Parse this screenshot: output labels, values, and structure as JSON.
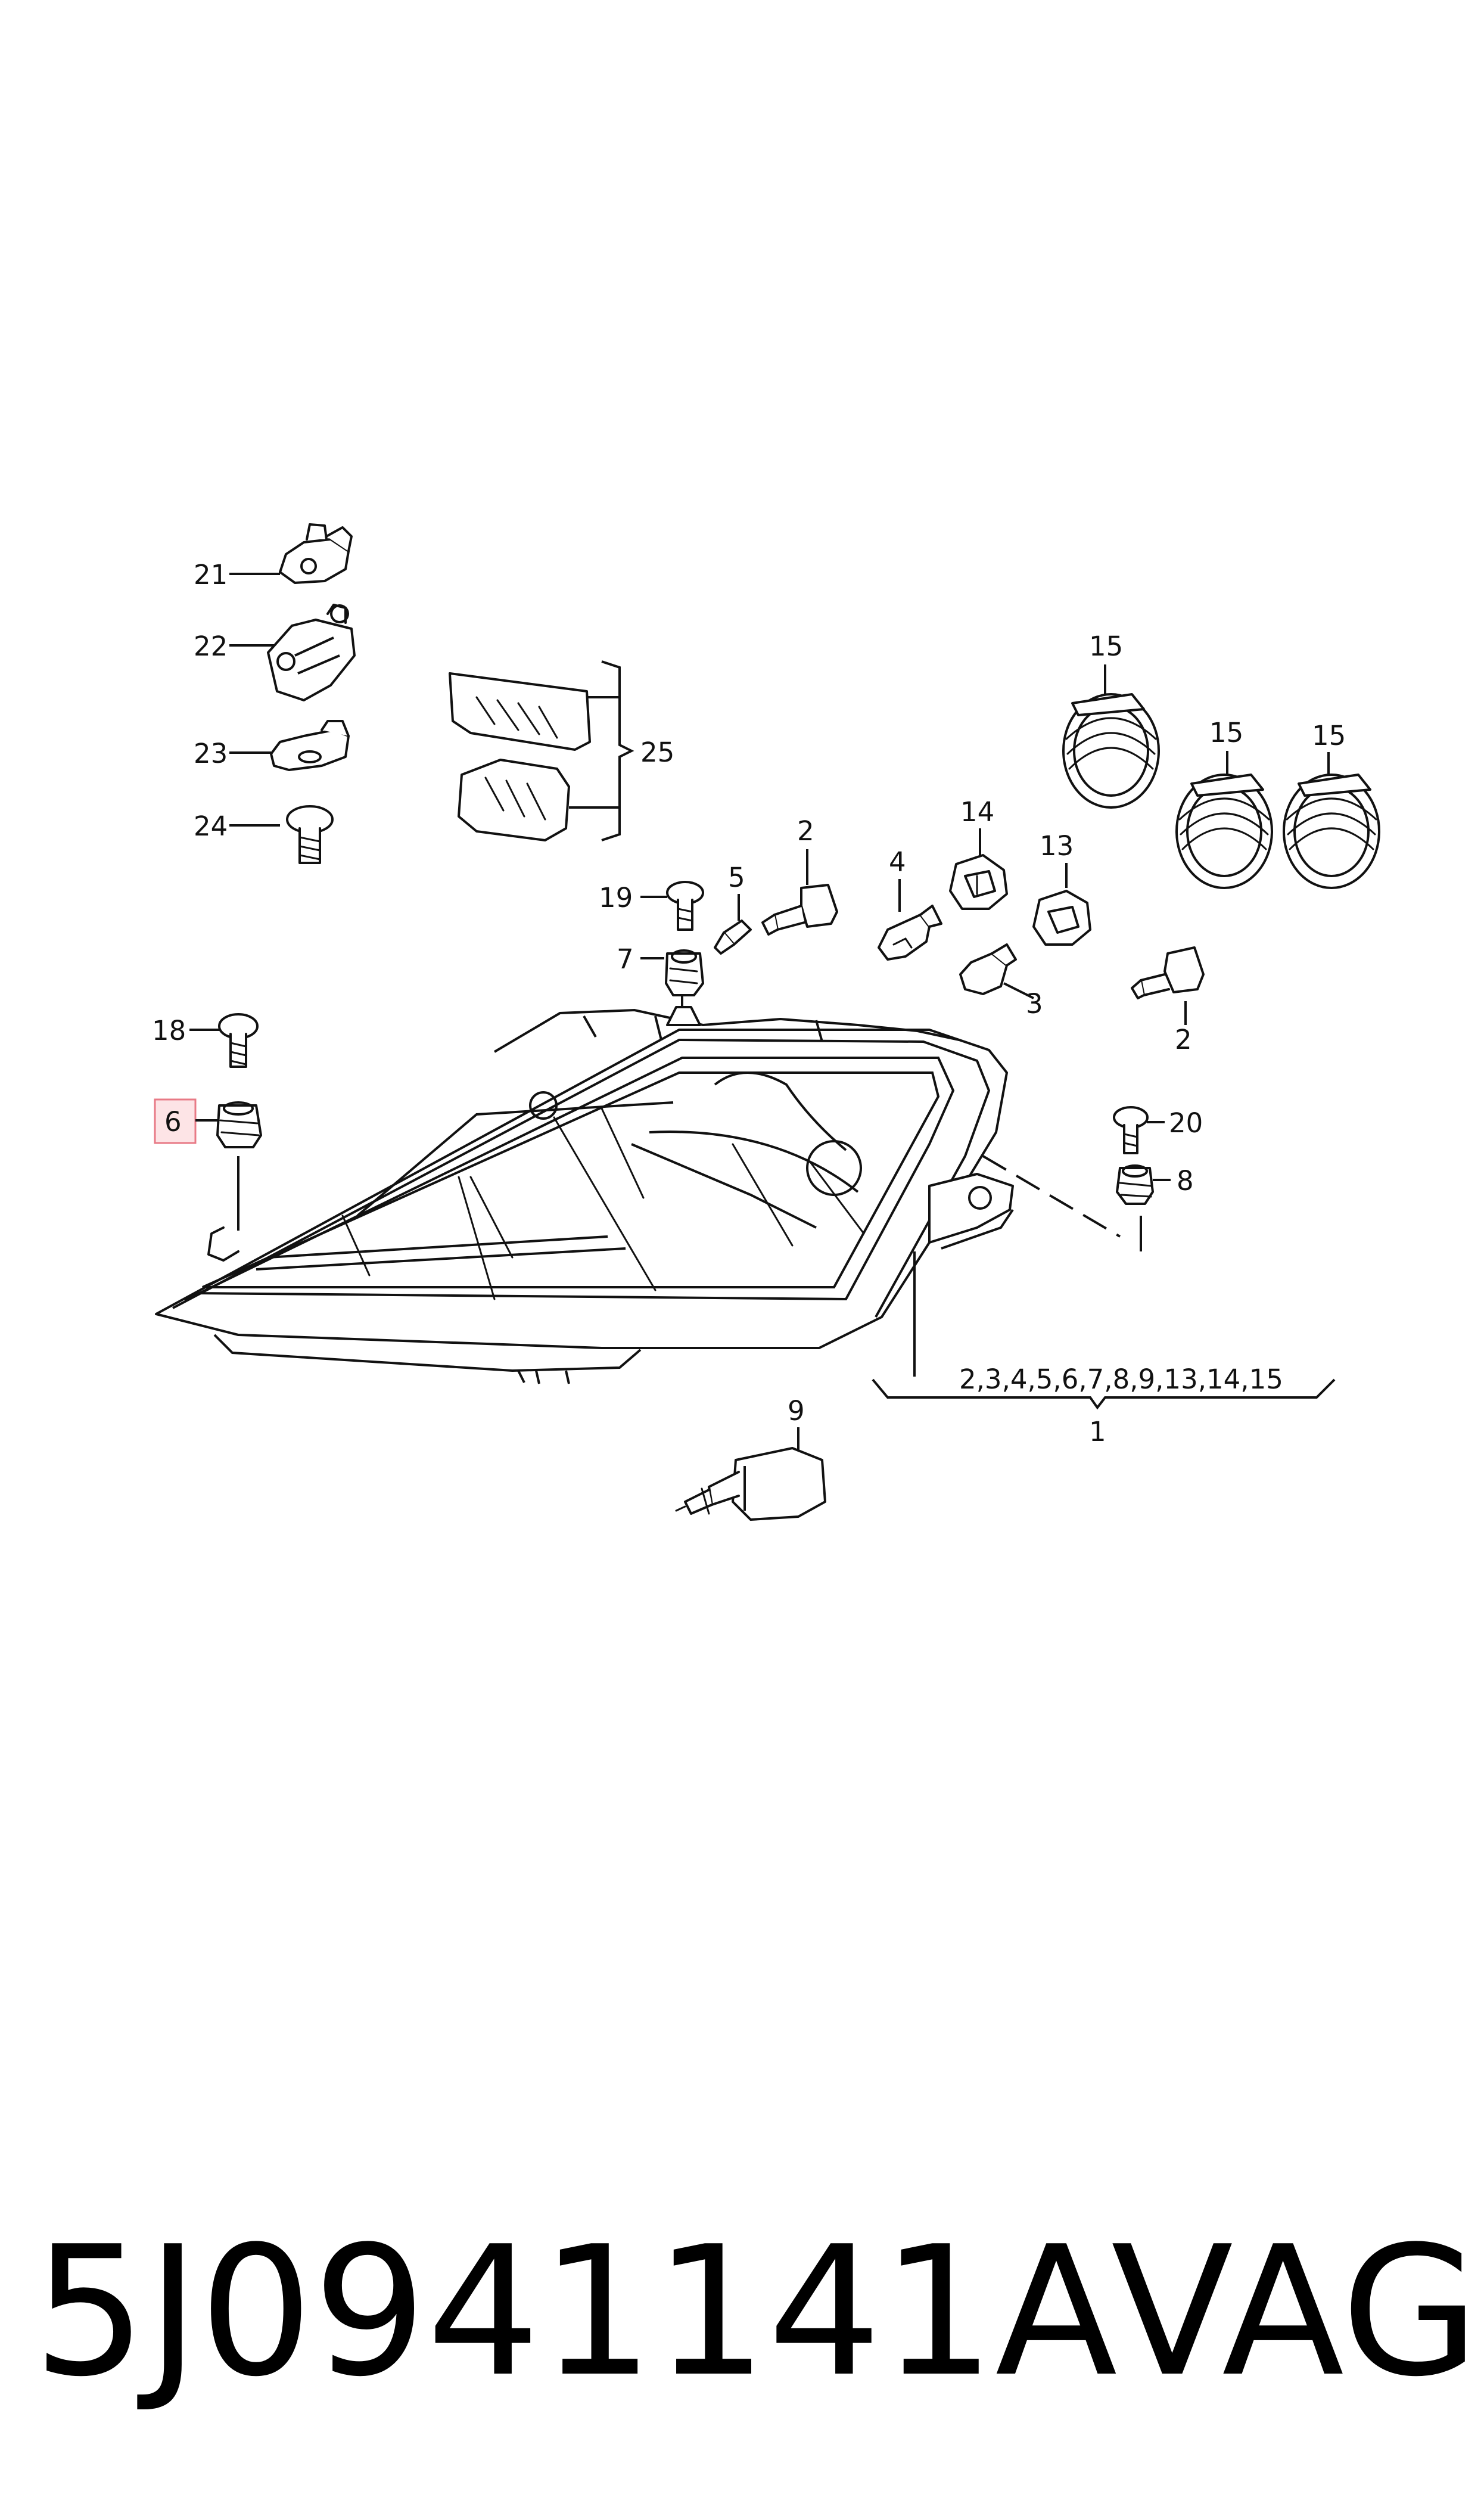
{
  "callouts": {
    "c1": "1",
    "c2a": "2",
    "c2b": "2",
    "c3": "3",
    "c4": "4",
    "c5": "5",
    "c6": "6",
    "c7": "7",
    "c8": "8",
    "c9": "9",
    "c13": "13",
    "c14": "14",
    "c15a": "15",
    "c15b": "15",
    "c15c": "15",
    "c18": "18",
    "c19": "19",
    "c20": "20",
    "c21": "21",
    "c22": "22",
    "c23": "23",
    "c24": "24",
    "c25": "25",
    "group_list": "2,3,4,5,6,7,8,9,13,14,15"
  },
  "highlight_color": "#e87a86",
  "footer": {
    "part_number": "5J0941141A",
    "brand": "VAG"
  }
}
